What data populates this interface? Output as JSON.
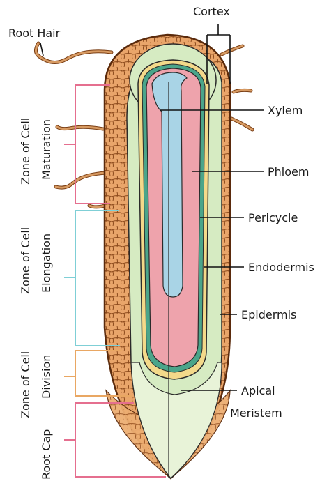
{
  "labels": {
    "cortex": "Cortex",
    "root_hair": "Root Hair",
    "xylem": "Xylem",
    "phloem": "Phloem",
    "pericycle": "Pericycle",
    "endodermis": "Endodermis",
    "epidermis": "Epidermis",
    "apical_line1": "Apical",
    "apical_line2": "Meristem"
  },
  "zones": {
    "maturation_line1": "Zone of Cell",
    "maturation_line2": "Maturation",
    "elongation_line1": "Zone of Cell",
    "elongation_line2": "Elongation",
    "division_line1": "Zone of Cell",
    "division_line2": "Division",
    "root_cap": "Root Cap"
  },
  "colors": {
    "outer_tissue": "#E9A56A",
    "outer_cells_stroke": "#7A3E14",
    "cortex": "#D6EBC2",
    "cortex_light": "#E8F3D8",
    "xylem": "#A9D4E6",
    "phloem": "#EEA3AC",
    "pericycle": "#F3D98A",
    "endodermis": "#4BA58A",
    "hair": "#D79A62",
    "bracket_pink": "#E56F8F",
    "bracket_cyan": "#7FCFD6",
    "bracket_orange": "#E9A763"
  }
}
